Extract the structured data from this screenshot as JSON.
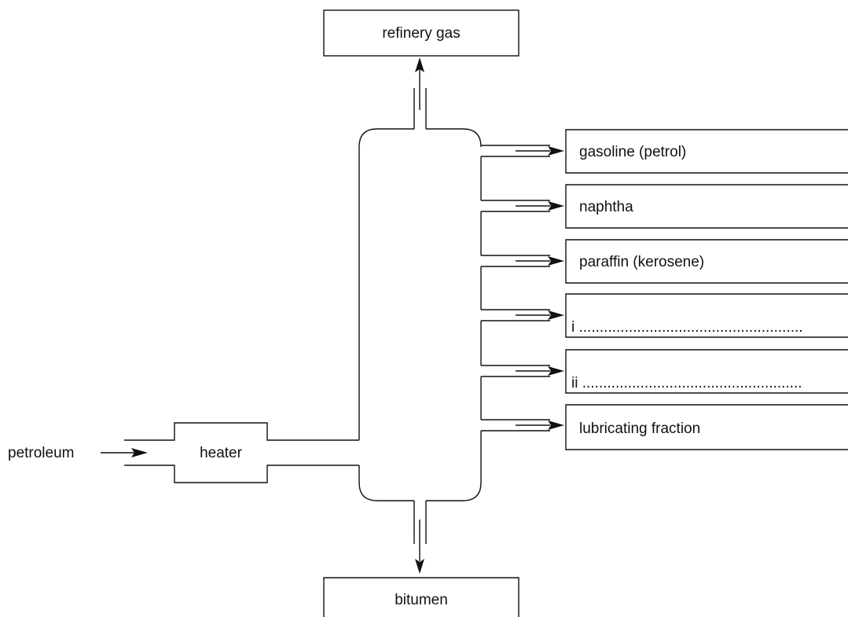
{
  "inputs": {
    "petroleum": "petroleum"
  },
  "units": {
    "heater": "heater"
  },
  "top_product": "refinery gas",
  "bottom_product": "bitumen",
  "side_products": [
    {
      "label": "gasoline (petrol)"
    },
    {
      "label": "naphtha"
    },
    {
      "label": "paraffin (kerosene)"
    },
    {
      "label": "i ......................................................"
    },
    {
      "label": "ii ....................................................."
    },
    {
      "label": "lubricating fraction"
    }
  ]
}
